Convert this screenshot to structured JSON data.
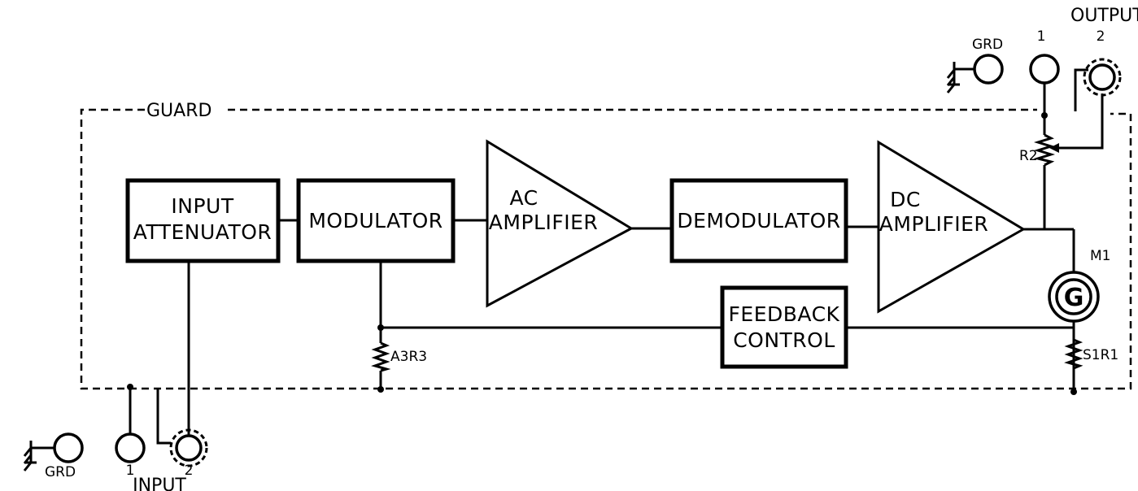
{
  "guard_label": "GUARD",
  "blocks": {
    "input_attenuator": [
      "INPUT",
      "ATTENUATOR"
    ],
    "modulator": "MODULATOR",
    "ac_amplifier": [
      "AC",
      "AMPLIFIER"
    ],
    "demodulator": "DEMODULATOR",
    "dc_amplifier": [
      "DC",
      "AMPLIFIER"
    ],
    "feedback_control": [
      "FEEDBACK",
      "CONTROL"
    ]
  },
  "components": {
    "r2": "R2",
    "a3r3": "A3R3",
    "s1r1": "S1R1",
    "m1": "M1",
    "meter_symbol": "G"
  },
  "output": {
    "title": "OUTPUT",
    "grd": "GRD",
    "terminal_1": "1",
    "terminal_2": "2"
  },
  "input": {
    "title": "INPUT",
    "grd": "GRD",
    "terminal_1": "1",
    "terminal_2": "2"
  }
}
